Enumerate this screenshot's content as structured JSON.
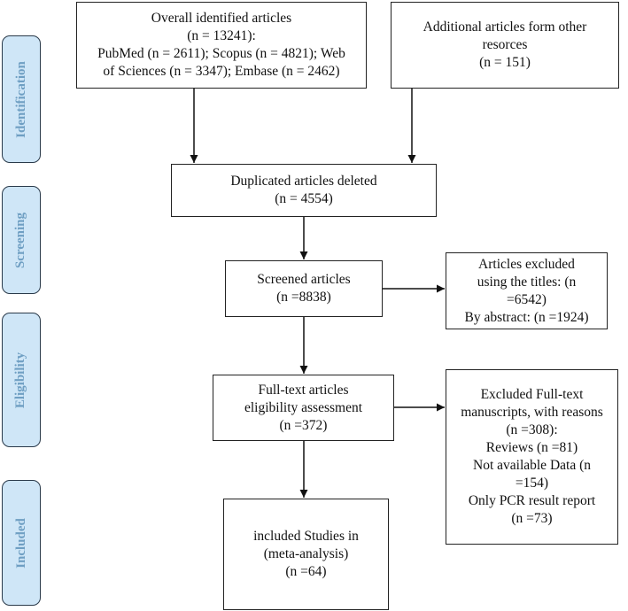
{
  "stages": {
    "identification": "Identification",
    "screening": "Screening",
    "eligibility": "Eligibility",
    "included": "Included"
  },
  "boxes": {
    "identified": {
      "lines": [
        "Overall identified articles",
        "(n = 13241):",
        "PubMed (n = 2611); Scopus (n = 4821); Web",
        "of Sciences (n = 3347); Embase (n = 2462)"
      ]
    },
    "additional": {
      "lines": [
        "Additional articles form other",
        "resorces",
        "(n = 151)"
      ]
    },
    "duplicates": {
      "lines": [
        "Duplicated articles deleted",
        "(n = 4554)"
      ]
    },
    "screened": {
      "lines": [
        "Screened articles",
        "(n =8838)"
      ]
    },
    "excluded_screening": {
      "lines": [
        "Articles excluded",
        "using the titles: (n",
        "=6542)",
        "By abstract: (n =1924)"
      ]
    },
    "fulltext": {
      "lines": [
        "Full-text articles",
        "eligibility assessment",
        "(n =372)"
      ]
    },
    "excluded_fulltext": {
      "lines": [
        "Excluded Full-text",
        "manuscripts, with reasons",
        "(n =308):",
        "Reviews (n =81)",
        "Not available Data (n",
        "=154)",
        "Only PCR result report",
        "(n =73)"
      ]
    },
    "included": {
      "lines": [
        "included Studies in",
        "(meta-analysis)",
        "(n =64)"
      ]
    }
  }
}
